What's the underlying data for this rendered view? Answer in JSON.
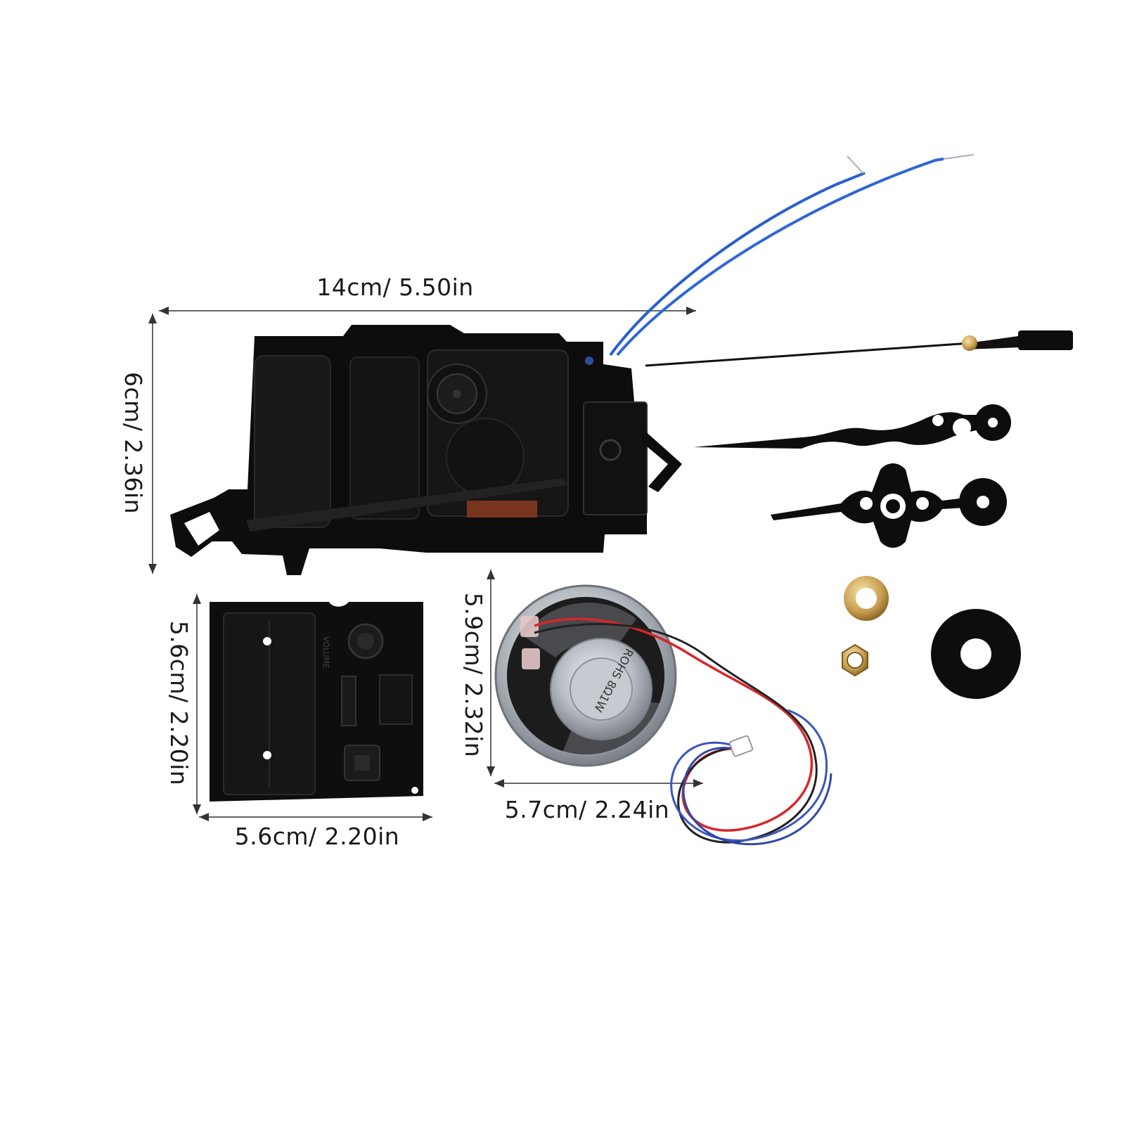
{
  "dimensions": {
    "movement_width": "14cm/ 5.50in",
    "movement_height": "6cm/ 2.36in",
    "board_height": "5.6cm/ 2.20in",
    "board_width": "5.6cm/ 2.20in",
    "speaker_height": "5.9cm/ 2.32in",
    "speaker_width": "5.7cm/ 2.24in"
  },
  "markings": {
    "speaker": "ROHS 8Ω1W",
    "board_volume": "VOLUME"
  },
  "colors": {
    "background": "#ffffff",
    "plastic": "#0c0c0c",
    "wire_blue": "#2a5fd0",
    "wire_red": "#d8262b",
    "brass": "#c9a45a",
    "steel": "#b8bcc2"
  }
}
